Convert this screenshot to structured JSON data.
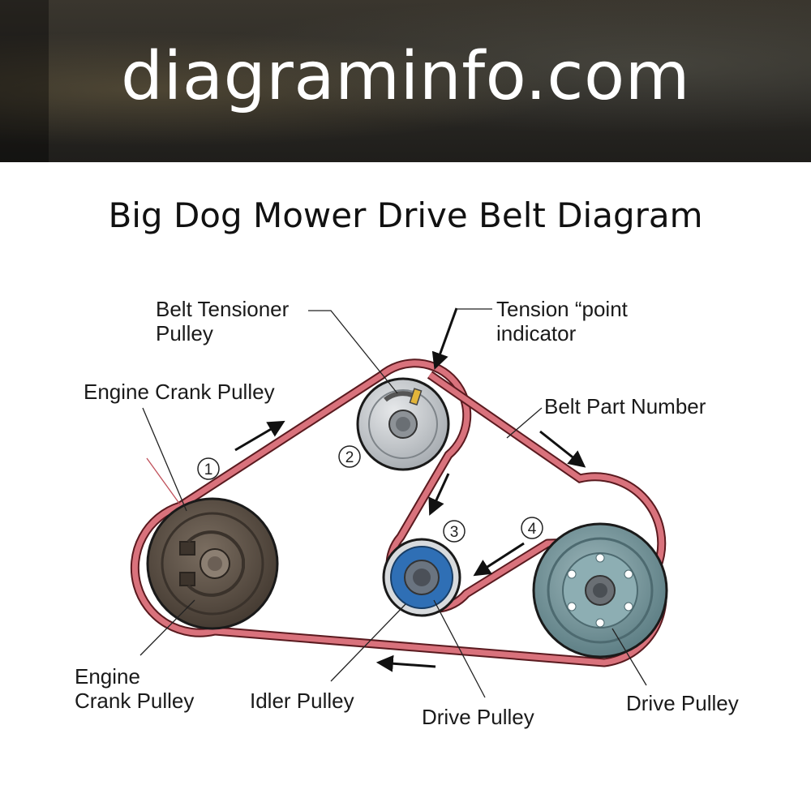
{
  "banner": {
    "site_name": "diagraminfo.com"
  },
  "title": "Big Dog Mower Drive Belt Diagram",
  "labels": {
    "belt_tensioner_l1": "Belt Tensioner",
    "belt_tensioner_l2": "Pulley",
    "tension_point_l1": "Tension “point",
    "tension_point_l2": "indicator",
    "engine_crank_top": "Engine Crank Pulley",
    "belt_part_number": "Belt Part Number",
    "engine_crank_bottom_l1": "Engine",
    "engine_crank_bottom_l2": "Crank Pulley",
    "idler_pulley": "Idler Pulley",
    "drive_pulley_center": "Drive Pulley",
    "drive_pulley_right": "Drive Pulley"
  },
  "step_numbers": [
    "1",
    "2",
    "3",
    "4"
  ],
  "colors": {
    "belt": "#d9727c",
    "belt_edge": "#5a1a1f",
    "crank_pulley": "#5b4f45",
    "tensioner_pulley": "#c9cdd1",
    "idler_ring": "#2f6fb5",
    "drive_pulley": "#7f9ea3"
  }
}
